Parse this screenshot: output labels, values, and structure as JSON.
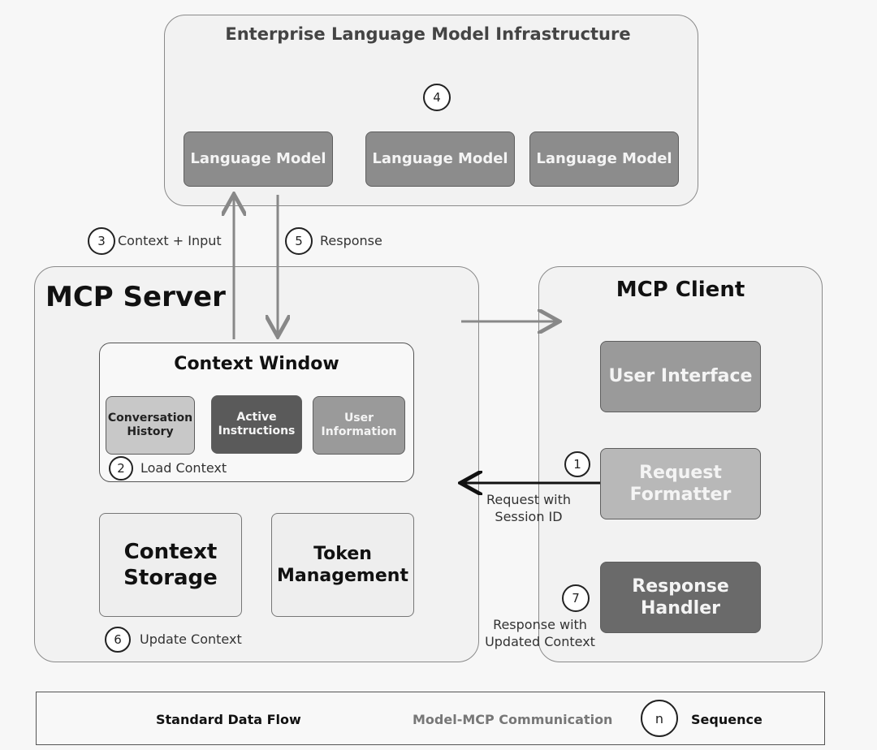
{
  "infrastructure": {
    "title": "Enterprise Language Model Infrastructure",
    "step": "4",
    "models": [
      "Language Model",
      "Language Model",
      "Language Model"
    ]
  },
  "flows": {
    "context_input": {
      "step": "3",
      "label": "Context + Input"
    },
    "response": {
      "step": "5",
      "label": "Response"
    },
    "request": {
      "step": "1",
      "label": "Request with\nSession ID"
    },
    "response_updated": {
      "step": "7",
      "label": "Response with\nUpdated Context"
    }
  },
  "server": {
    "title": "MCP Server",
    "context_window": {
      "title": "Context Window",
      "items": [
        "Conversation\nHistory",
        "Active\nInstructions",
        "User\nInformation"
      ],
      "step": "2",
      "step_label": "Load Context"
    },
    "storage": "Context\nStorage",
    "token": "Token\nManagement",
    "update": {
      "step": "6",
      "label": "Update Context"
    }
  },
  "client": {
    "title": "MCP Client",
    "ui": "User Interface",
    "formatter": "Request\nFormatter",
    "handler": "Response\nHandler"
  },
  "legend": {
    "standard": "Standard Data Flow",
    "model_mcp": "Model-MCP Communication",
    "n": "n",
    "sequence": "Sequence"
  },
  "colors": {
    "standard_flow": "#111111",
    "model_flow": "#888888",
    "model_box": "#8c8c8c",
    "active_instructions": "#5a5a5a",
    "response_handler": "#6a6a6a"
  }
}
